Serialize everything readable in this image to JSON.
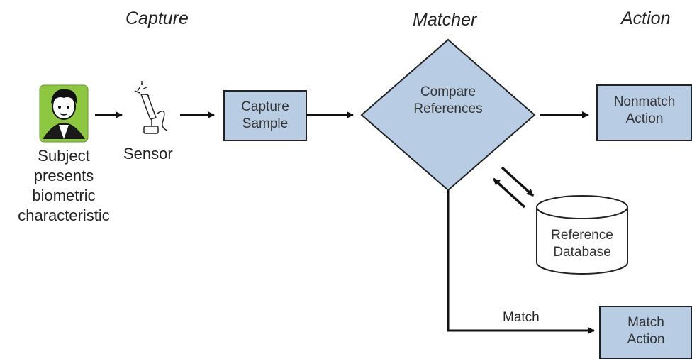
{
  "stages": {
    "capture": "Capture",
    "matcher": "Matcher",
    "action": "Action"
  },
  "subject": {
    "lines": [
      "Subject",
      "presents",
      "biometric",
      "characteristic"
    ]
  },
  "sensor": {
    "label": "Sensor"
  },
  "capture_sample": {
    "lines": [
      "Capture",
      "Sample"
    ]
  },
  "compare": {
    "lines": [
      "Compare",
      "References"
    ]
  },
  "nonmatch": {
    "lines": [
      "Nonmatch",
      "Action"
    ]
  },
  "database": {
    "lines": [
      "Reference",
      "Database"
    ]
  },
  "match_action": {
    "lines": [
      "Match",
      "Action"
    ]
  },
  "match_edge": {
    "label": "Match"
  },
  "colors": {
    "box_fill": "#b8cce4",
    "stroke": "#222222",
    "avatar_bg": "#8dc63f",
    "arrow": "#111111"
  }
}
